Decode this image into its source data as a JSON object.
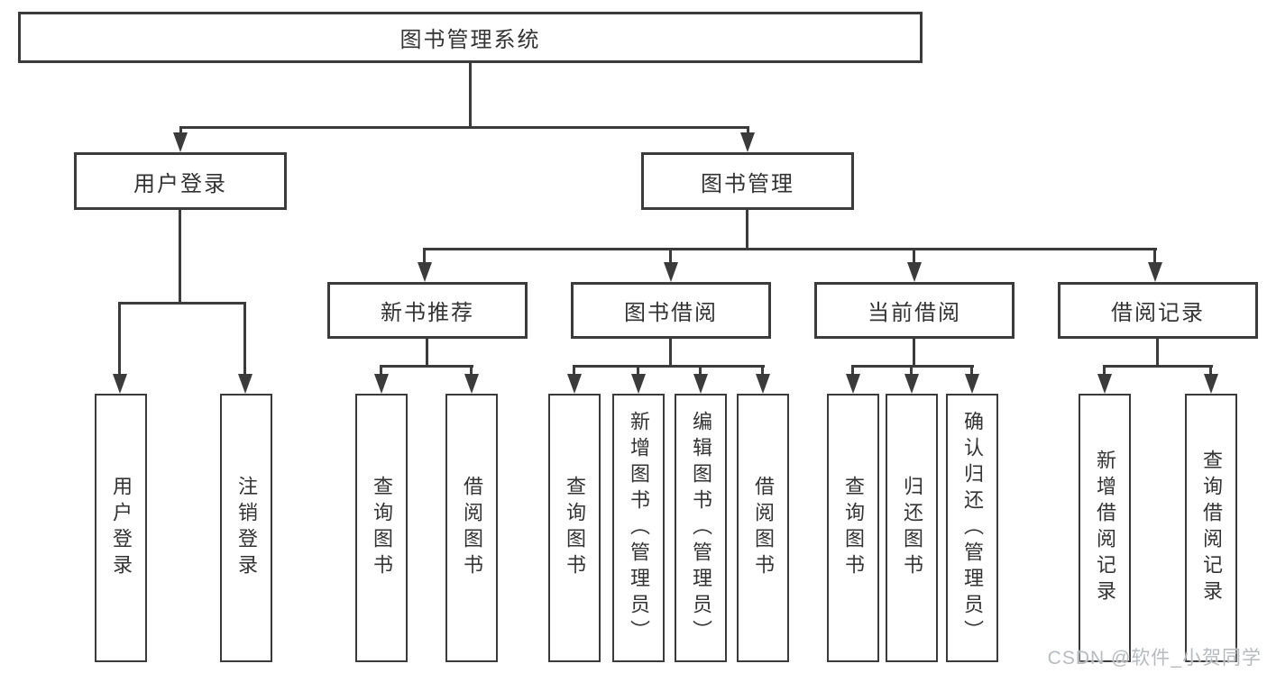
{
  "tree": {
    "label": "图书管理系统",
    "children": [
      {
        "label": "用户登录",
        "children": [
          {
            "label": "用户登录"
          },
          {
            "label": "注销登录"
          }
        ]
      },
      {
        "label": "图书管理",
        "children": [
          {
            "label": "新书推荐",
            "children": [
              {
                "label": "查询图书"
              },
              {
                "label": "借阅图书"
              }
            ]
          },
          {
            "label": "图书借阅",
            "children": [
              {
                "label": "查询图书"
              },
              {
                "label": "新增图书（管理员）"
              },
              {
                "label": "编辑图书（管理员）"
              },
              {
                "label": "借阅图书"
              }
            ]
          },
          {
            "label": "当前借阅",
            "children": [
              {
                "label": "查询图书"
              },
              {
                "label": "归还图书"
              },
              {
                "label": "确认归还（管理员）"
              }
            ]
          },
          {
            "label": "借阅记录",
            "children": [
              {
                "label": "新增借阅记录"
              },
              {
                "label": "查询借阅记录"
              }
            ]
          }
        ]
      }
    ]
  },
  "watermark": {
    "text": "CSDN @软件_小贺同学"
  },
  "colors": {
    "line": "#3b3b3b",
    "text": "#333333",
    "bg": "#ffffff",
    "watermark": "#b7babf"
  }
}
